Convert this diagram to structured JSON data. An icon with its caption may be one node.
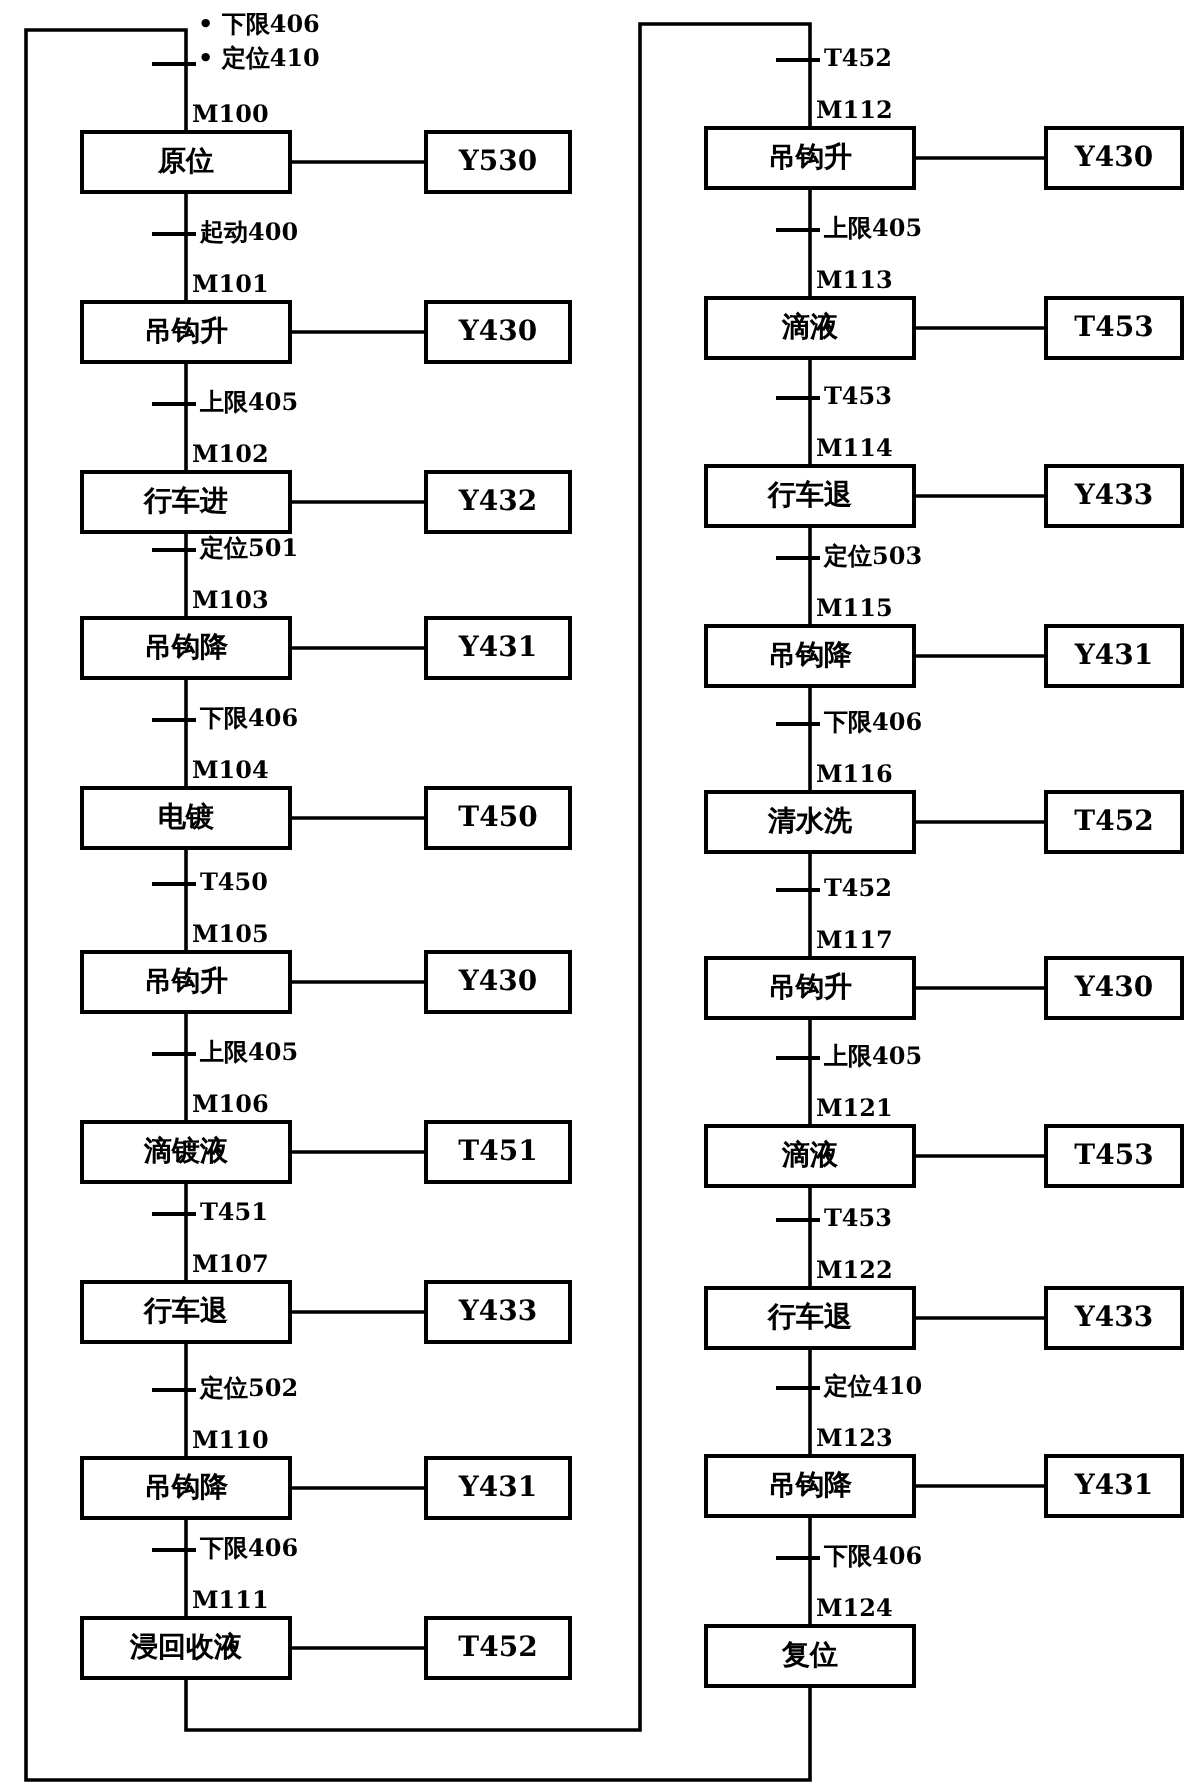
{
  "diagram": {
    "nodes": [
      {
        "text": [
          "原位"
        ],
        "beside": [
          "M100"
        ]
      },
      {
        "text": [
          "Y530"
        ]
      },
      {
        "text": [
          "吊钩升"
        ],
        "beside": [
          "M101"
        ]
      },
      {
        "text": [
          "Y430"
        ]
      },
      {
        "text": [
          "行车进"
        ],
        "beside": [
          "M102"
        ]
      },
      {
        "text": [
          "Y432"
        ]
      },
      {
        "text": [
          "吊钩降"
        ],
        "beside": [
          "M103"
        ]
      },
      {
        "text": [
          "Y431"
        ]
      },
      {
        "text": [
          "电镀"
        ],
        "beside": [
          "M104"
        ]
      },
      {
        "text": [
          "T450"
        ]
      },
      {
        "text": [
          "吊钩升"
        ],
        "beside": [
          "M105"
        ]
      },
      {
        "text": [
          "Y430"
        ]
      },
      {
        "text": [
          "滴镀液"
        ],
        "beside": [
          "M106"
        ]
      },
      {
        "text": [
          "T451"
        ]
      },
      {
        "text": [
          "行车退"
        ],
        "beside": [
          "M107"
        ]
      },
      {
        "text": [
          "Y433"
        ]
      },
      {
        "text": [
          "吊钩降"
        ],
        "beside": [
          "M110"
        ]
      },
      {
        "text": [
          "Y431"
        ]
      },
      {
        "text": [
          "浸回收液"
        ],
        "beside": [
          "M111"
        ]
      },
      {
        "text": [
          "T452"
        ]
      },
      {
        "text": [
          "吊钩升"
        ],
        "beside": [
          "M112"
        ]
      },
      {
        "text": [
          "Y430"
        ]
      },
      {
        "text": [
          "滴液"
        ],
        "beside": [
          "M113"
        ]
      },
      {
        "text": [
          "T453"
        ]
      },
      {
        "text": [
          "行车退"
        ],
        "beside": [
          "M114"
        ]
      },
      {
        "text": [
          "Y433"
        ]
      },
      {
        "text": [
          "吊钩降"
        ],
        "beside": [
          "M115"
        ]
      },
      {
        "text": [
          "Y431"
        ]
      },
      {
        "text": [
          "清水洗"
        ],
        "beside": [
          "M116"
        ]
      },
      {
        "text": [
          "T452"
        ]
      },
      {
        "text": [
          "吊钩升"
        ],
        "beside": [
          "M117"
        ]
      },
      {
        "text": [
          "Y430"
        ]
      },
      {
        "text": [
          "滴液"
        ],
        "beside": [
          "M121"
        ]
      },
      {
        "text": [
          "T453"
        ]
      },
      {
        "text": [
          "行车退"
        ],
        "beside": [
          "M122"
        ]
      },
      {
        "text": [
          "Y433"
        ]
      },
      {
        "text": [
          "吊钩降"
        ],
        "beside": [
          "M123"
        ]
      },
      {
        "text": [
          "Y431"
        ]
      },
      {
        "text": [
          "复位"
        ],
        "beside": [
          "M124"
        ]
      }
    ],
    "edges": [
      {
        "from": 0,
        "to": 1,
        "arrow": "none"
      },
      {
        "from": 0,
        "to": 2,
        "arrow": "none",
        "label": "起动400"
      },
      {
        "from": 2,
        "to": 3,
        "arrow": "none"
      },
      {
        "from": 2,
        "to": 4,
        "arrow": "none",
        "label": "上限405"
      },
      {
        "from": 4,
        "to": 5,
        "arrow": "none"
      },
      {
        "from": 4,
        "to": 6,
        "arrow": "none",
        "label": "定位501"
      },
      {
        "from": 6,
        "to": 7,
        "arrow": "none"
      },
      {
        "from": 6,
        "to": 8,
        "arrow": "none",
        "label": "下限406"
      },
      {
        "from": 8,
        "to": 9,
        "arrow": "none"
      },
      {
        "from": 8,
        "to": 10,
        "arrow": "none",
        "label": "T450"
      },
      {
        "from": 10,
        "to": 11,
        "arrow": "none"
      },
      {
        "from": 10,
        "to": 12,
        "arrow": "none",
        "label": "上限405"
      },
      {
        "from": 12,
        "to": 13,
        "arrow": "none"
      },
      {
        "from": 12,
        "to": 14,
        "arrow": "none",
        "label": "T451"
      },
      {
        "from": 14,
        "to": 15,
        "arrow": "none"
      },
      {
        "from": 14,
        "to": 16,
        "arrow": "none",
        "label": "定位502"
      },
      {
        "from": 16,
        "to": 17,
        "arrow": "none"
      },
      {
        "from": 16,
        "to": 18,
        "arrow": "none",
        "label": "下限406"
      },
      {
        "from": 18,
        "to": 19,
        "arrow": "none"
      },
      {
        "from": 18,
        "to": 20,
        "arrow": "none",
        "label": "T452"
      },
      {
        "from": 20,
        "to": 21,
        "arrow": "none"
      },
      {
        "from": 20,
        "to": 22,
        "arrow": "none",
        "label": "上限405"
      },
      {
        "from": 22,
        "to": 23,
        "arrow": "none"
      },
      {
        "from": 22,
        "to": 24,
        "arrow": "none",
        "label": "T453"
      },
      {
        "from": 24,
        "to": 25,
        "arrow": "none"
      },
      {
        "from": 24,
        "to": 26,
        "arrow": "none",
        "label": "定位503"
      },
      {
        "from": 26,
        "to": 27,
        "arrow": "none"
      },
      {
        "from": 26,
        "to": 28,
        "arrow": "none",
        "label": "下限406"
      },
      {
        "from": 28,
        "to": 29,
        "arrow": "none"
      },
      {
        "from": 28,
        "to": 30,
        "arrow": "none",
        "label": "T452"
      },
      {
        "from": 30,
        "to": 31,
        "arrow": "none"
      },
      {
        "from": 30,
        "to": 32,
        "arrow": "none",
        "label": "上限405"
      },
      {
        "from": 32,
        "to": 33,
        "arrow": "none"
      },
      {
        "from": 32,
        "to": 34,
        "arrow": "none",
        "label": "T453"
      },
      {
        "from": 34,
        "to": 35,
        "arrow": "none"
      },
      {
        "from": 34,
        "to": 36,
        "arrow": "none",
        "label": "定位410"
      },
      {
        "from": 36,
        "to": 37,
        "arrow": "none"
      },
      {
        "from": 36,
        "to": 38,
        "arrow": "none",
        "label": "下限406"
      },
      {
        "from": 38,
        "to": 0,
        "arrow": "none"
      }
    ],
    "labels": [
      "• 下限406",
      "• 定位410"
    ]
  }
}
